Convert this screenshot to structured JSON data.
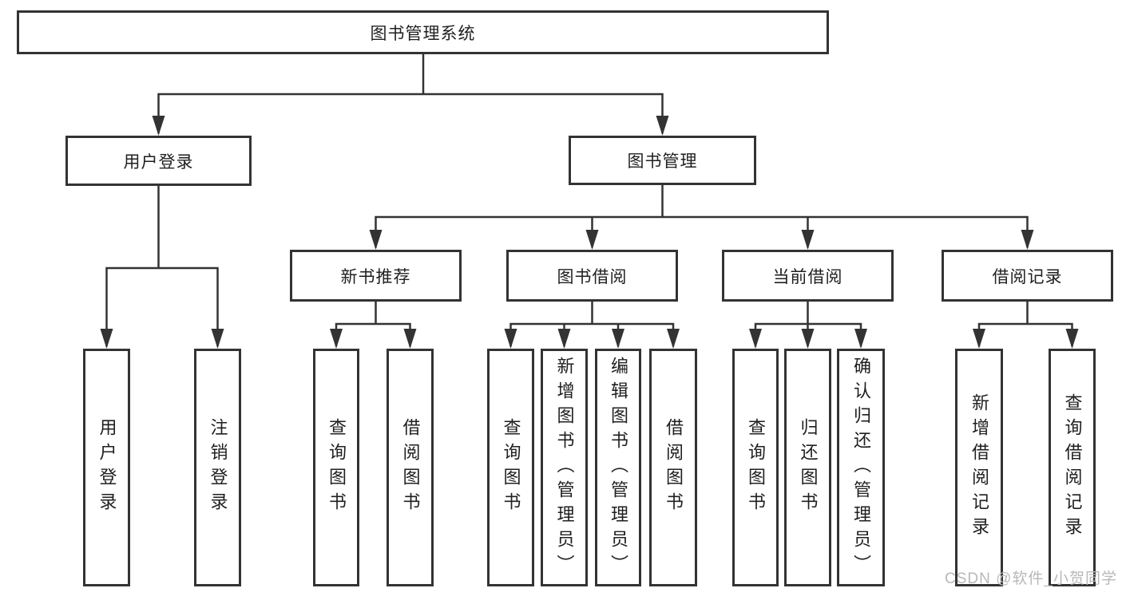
{
  "diagram_type": "hierarchy",
  "colors": {
    "line": "#333333",
    "box_border": "#333333",
    "box_fill": "#ffffff",
    "text": "#1f1f1f",
    "watermark": "#b8b8b8",
    "background": "#ffffff"
  },
  "watermark": "CSDN @软件_小贺同学",
  "tree": {
    "root": {
      "label": "图书管理系统"
    },
    "branches": [
      {
        "label": "用户登录",
        "children": [
          {
            "label": "用户登录"
          },
          {
            "label": "注销登录"
          }
        ]
      },
      {
        "label": "图书管理",
        "sections": [
          {
            "label": "新书推荐",
            "children": [
              {
                "label": "查询图书"
              },
              {
                "label": "借阅图书"
              }
            ]
          },
          {
            "label": "图书借阅",
            "children": [
              {
                "label": "查询图书"
              },
              {
                "label": "新增图书（管理员）"
              },
              {
                "label": "编辑图书（管理员）"
              },
              {
                "label": "借阅图书"
              }
            ]
          },
          {
            "label": "当前借阅",
            "children": [
              {
                "label": "查询图书"
              },
              {
                "label": "归还图书"
              },
              {
                "label": "确认归还（管理员）"
              }
            ]
          },
          {
            "label": "借阅记录",
            "children": [
              {
                "label": "新增借阅记录"
              },
              {
                "label": "查询借阅记录"
              }
            ]
          }
        ]
      }
    ]
  }
}
